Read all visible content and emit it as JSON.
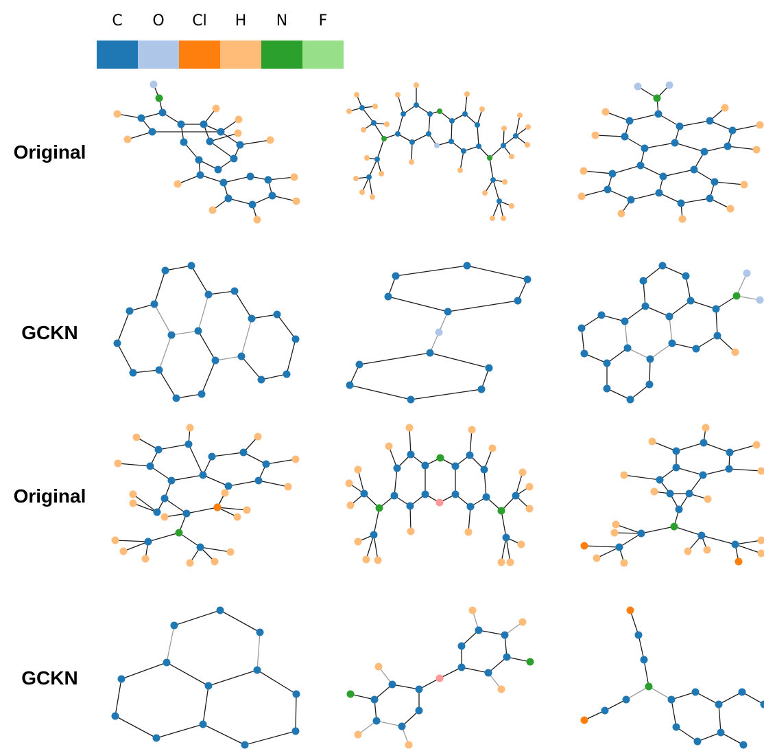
{
  "legend": {
    "items": [
      {
        "symbol": "C",
        "color": "#1f77b4"
      },
      {
        "symbol": "O",
        "color": "#aec7e8"
      },
      {
        "symbol": "Cl",
        "color": "#ff7f0e"
      },
      {
        "symbol": "H",
        "color": "#ffbb78"
      },
      {
        "symbol": "N",
        "color": "#2ca02c"
      },
      {
        "symbol": "F",
        "color": "#98df8a"
      }
    ]
  },
  "colors": {
    "C": "#1f77b4",
    "O": "#aec7e8",
    "Cl": "#ff7f0e",
    "H": "#ffbb78",
    "N": "#2ca02c",
    "F": "#98df8a",
    "S": "#ff9896",
    "edge": "#1a1a1a",
    "edge_weak": "#9a9a9a"
  },
  "rows": [
    {
      "label": "Original"
    },
    {
      "label": "GCKN"
    },
    {
      "label": "Original"
    },
    {
      "label": "GCKN"
    }
  ]
}
